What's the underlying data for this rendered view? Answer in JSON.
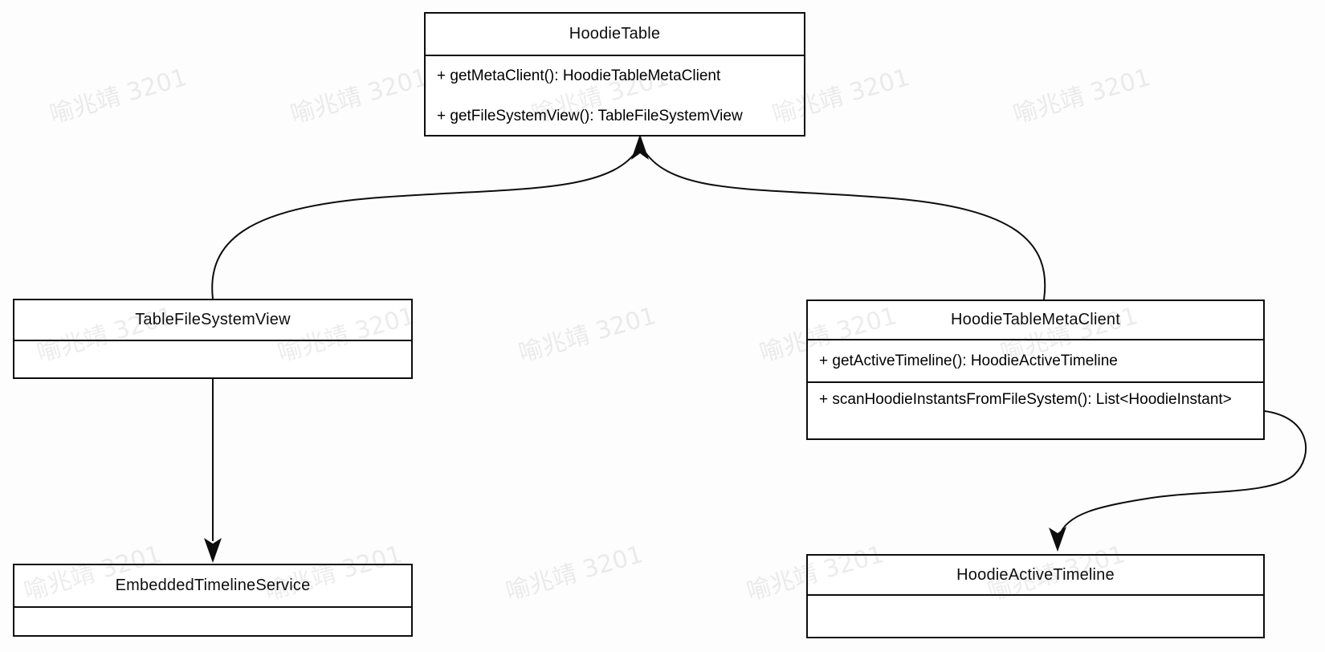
{
  "classes": [
    {
      "name": "HoodieTable",
      "compartments": [
        [
          "+ getMetaClient(): HoodieTableMetaClient",
          "+ getFileSystemView(): TableFileSystemView"
        ]
      ]
    },
    {
      "name": "TableFileSystemView",
      "compartments": [
        []
      ]
    },
    {
      "name": "HoodieTableMetaClient",
      "compartments": [
        [
          "+ getActiveTimeline(): HoodieActiveTimeline"
        ],
        [
          "+ scanHoodieInstantsFromFileSystem(): List<HoodieInstant>"
        ]
      ]
    },
    {
      "name": "EmbeddedTimelineService",
      "compartments": [
        []
      ]
    },
    {
      "name": "HoodieActiveTimeline",
      "compartments": [
        []
      ]
    }
  ],
  "relationships": [
    {
      "from": "TableFileSystemView",
      "to": "HoodieTable",
      "style": "curved-arrow"
    },
    {
      "from": "HoodieTableMetaClient",
      "to": "HoodieTable",
      "style": "curved-arrow"
    },
    {
      "from": "TableFileSystemView",
      "to": "EmbeddedTimelineService",
      "style": "straight-arrow"
    },
    {
      "from": "HoodieTableMetaClient",
      "to": "HoodieActiveTimeline",
      "style": "curved-arrow"
    }
  ],
  "watermark": {
    "text": "喻兆靖 3201",
    "color": "#e9e9e9"
  }
}
